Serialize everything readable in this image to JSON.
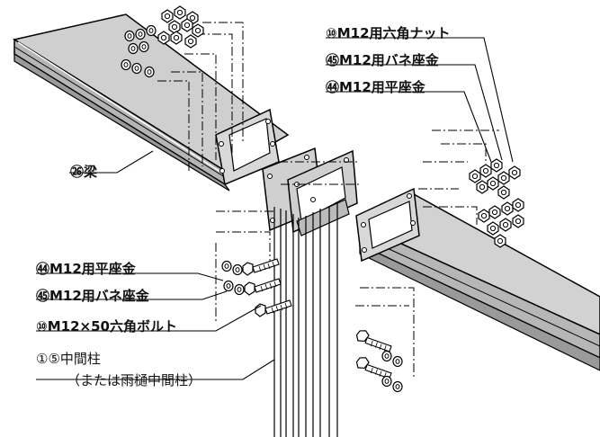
{
  "labels": {
    "hex_nut": "⑩M12用六角ナット",
    "spring_washer_top": "㊺M12用バネ座金",
    "flat_washer_top": "㊹M12用平座金",
    "beam": "㉖梁",
    "flat_washer_left": "㊹M12用平座金",
    "spring_washer_left": "㊺M12用バネ座金",
    "hex_bolt": "⑩M12×50六角ボルト",
    "middle_post": "①⑤中間柱",
    "middle_post_alt": "（または雨樋中間柱）"
  }
}
